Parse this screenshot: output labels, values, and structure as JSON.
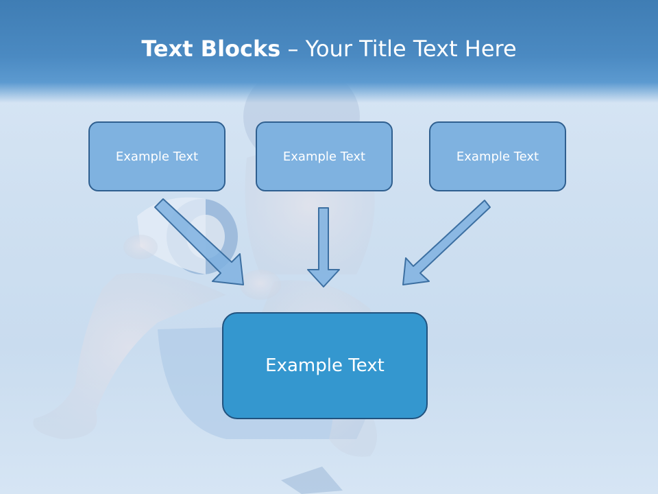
{
  "title": {
    "bold": "Text Blocks",
    "rest": " – Your Title Text Here"
  },
  "blocks": [
    {
      "label": "Example Text"
    },
    {
      "label": "Example Text"
    },
    {
      "label": "Example Text"
    }
  ],
  "center_block": {
    "label": "Example Text"
  },
  "colors": {
    "header": "#4585bd",
    "box_fill": "#7fb2e0",
    "box_border": "#2f5f8f",
    "center_fill": "#3497cf",
    "arrow_fill": "#7fb2e0"
  },
  "icons": {
    "arrow": "arrow-icon"
  }
}
